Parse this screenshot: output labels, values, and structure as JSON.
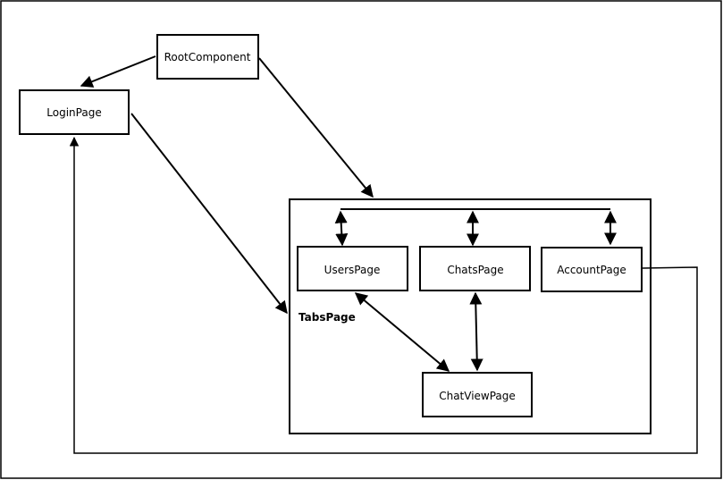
{
  "nodes": {
    "root_component": "RootComponent",
    "login_page": "LoginPage",
    "users_page": "UsersPage",
    "chats_page": "ChatsPage",
    "account_page": "AccountPage",
    "chat_view_page": "ChatViewPage"
  },
  "groups": {
    "tabs_page": "TabsPage"
  }
}
